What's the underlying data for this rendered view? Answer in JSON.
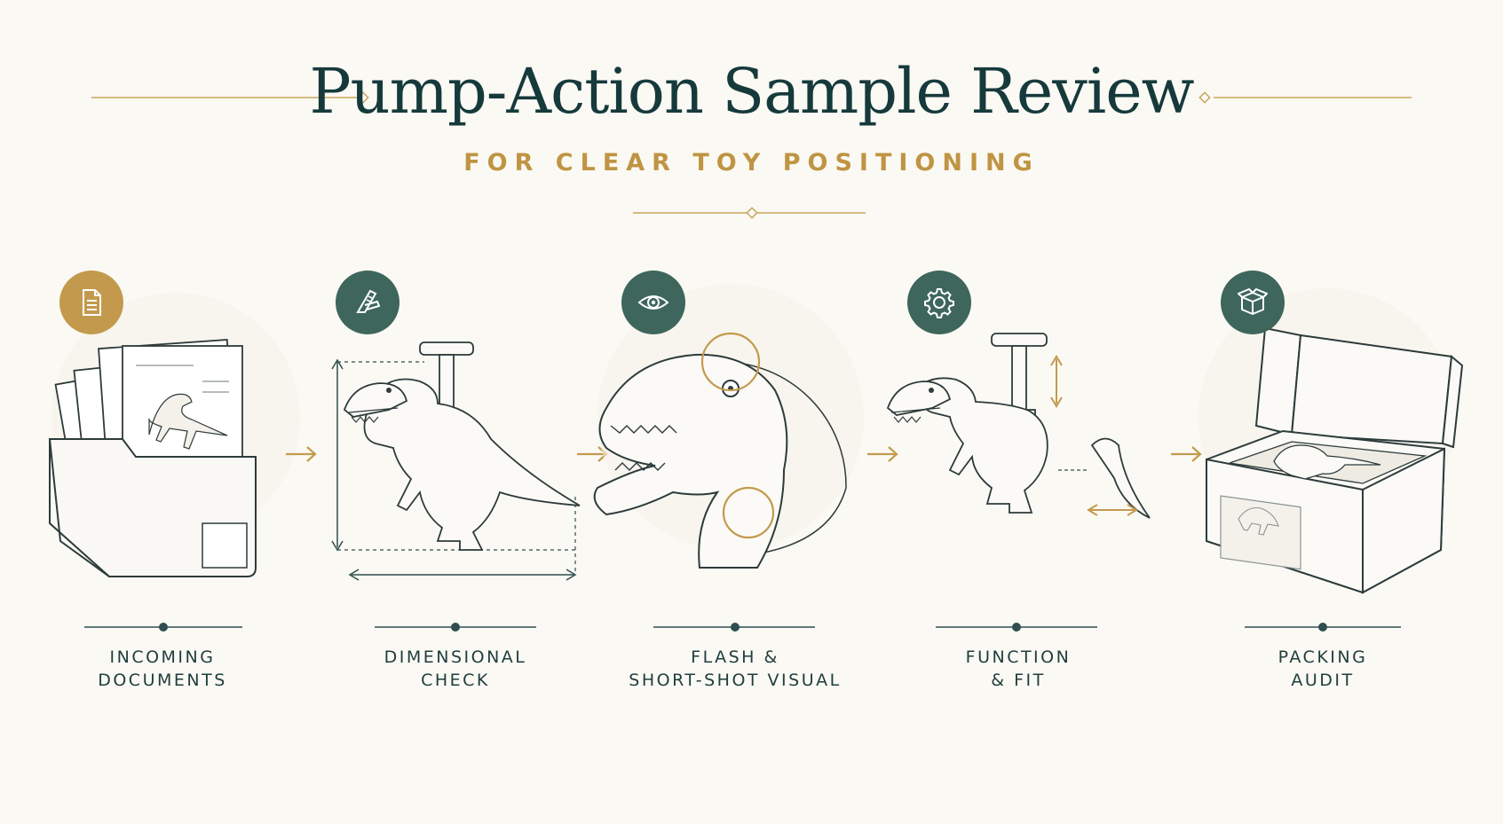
{
  "header": {
    "title": "Pump-Action Sample Review",
    "subtitle": "FOR CLEAR TOY POSITIONING"
  },
  "colors": {
    "background": "#fbf9f3",
    "ink": "#163a3c",
    "gold": "#bf9443",
    "teal": "#3e665d"
  },
  "steps": [
    {
      "icon": "document-icon",
      "label_line1": "INCOMING",
      "label_line2": "DOCUMENTS"
    },
    {
      "icon": "calipers-icon",
      "label_line1": "DIMENSIONAL",
      "label_line2": "CHECK"
    },
    {
      "icon": "eye-icon",
      "label_line1": "FLASH &",
      "label_line2": "SHORT-SHOT VISUAL"
    },
    {
      "icon": "gear-icon",
      "label_line1": "FUNCTION",
      "label_line2": "& FIT"
    },
    {
      "icon": "box-icon",
      "label_line1": "PACKING",
      "label_line2": "AUDIT"
    }
  ]
}
